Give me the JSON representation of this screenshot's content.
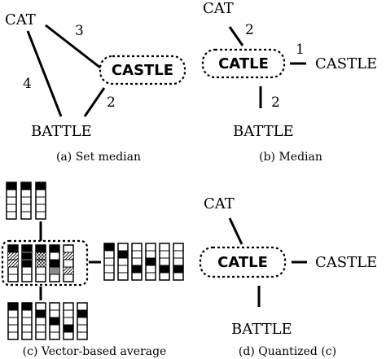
{
  "panels": {
    "a": {
      "caption": "(a) Set median",
      "words": {
        "cat": "CAT",
        "castle": "CASTLE",
        "battle": "BATTLE"
      },
      "weights": {
        "cat_castle": "3",
        "cat_battle": "4",
        "battle_castle": "2"
      }
    },
    "b": {
      "caption": "(b) Median",
      "words": {
        "cat": "CAT",
        "median": "CATLE",
        "castle": "CASTLE",
        "battle": "BATTLE"
      },
      "weights": {
        "cat": "2",
        "castle": "1",
        "battle": "2"
      }
    },
    "c": {
      "caption": "(c) Vector-based average"
    },
    "d": {
      "caption": "(d) Quantized (c)",
      "words": {
        "cat": "CAT",
        "median": "CATLE",
        "castle": "CASTLE",
        "battle": "BATTLE"
      }
    }
  },
  "colors": {
    "ink": "#000000",
    "gray_cell": "#8a8a8a"
  }
}
